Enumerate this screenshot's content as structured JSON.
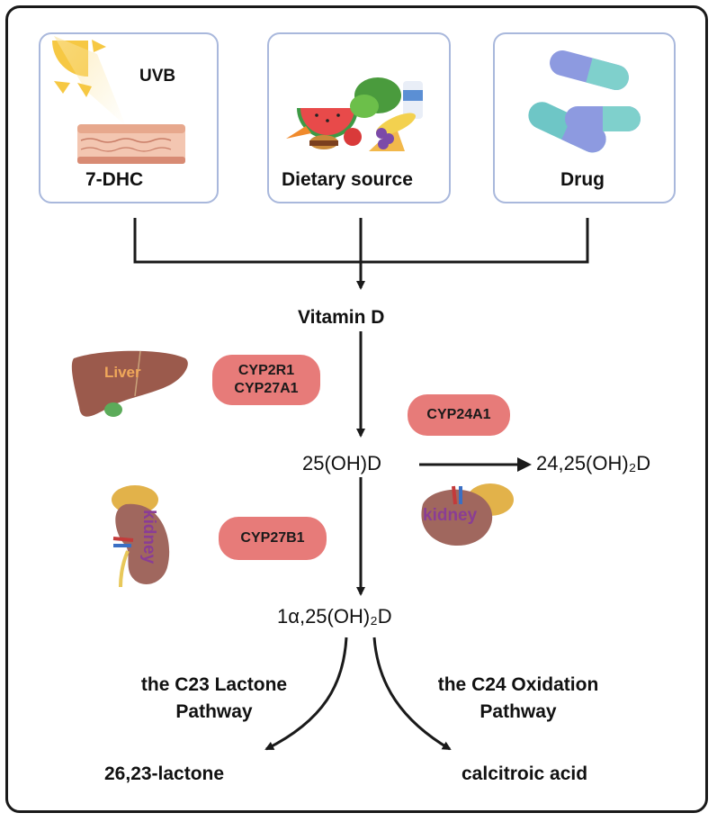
{
  "sources": [
    {
      "id": "uvb",
      "label": "7-DHC",
      "sublabel": "UVB",
      "icon": "sun-skin-icon"
    },
    {
      "id": "diet",
      "label": "Dietary source",
      "icon": "food-icon"
    },
    {
      "id": "drug",
      "label": "Drug",
      "icon": "capsule-icon"
    }
  ],
  "nodes": {
    "vitamin_d": "Vitamin D",
    "hydroxy": "25(OH)D",
    "dihydroxy_24": "24,25(OH)₂D",
    "calcitriol": "1α,25(OH)₂D",
    "lactone": "26,23-lactone",
    "calcitroic": "calcitroic acid"
  },
  "enzymes": {
    "liver": "CYP2R1\nCYP27A1",
    "cyp24": "CYP24A1",
    "cyp27b1": "CYP27B1"
  },
  "organs": {
    "liver": "Liver",
    "kidney_left": "kidney",
    "kidney_right": "kidney"
  },
  "pathways": {
    "c23": "the C23 Lactone\nPathway",
    "c24": "the C24 Oxidation\nPathway"
  },
  "colors": {
    "enzyme": "#e77b79",
    "box_border": "#a9b8dc",
    "liver": "#9b5a4c",
    "liver_label": "#f0a85a",
    "kidney": "#a0675e",
    "kidney_label": "#8a3d95",
    "capsule": "#6ec6c6"
  }
}
